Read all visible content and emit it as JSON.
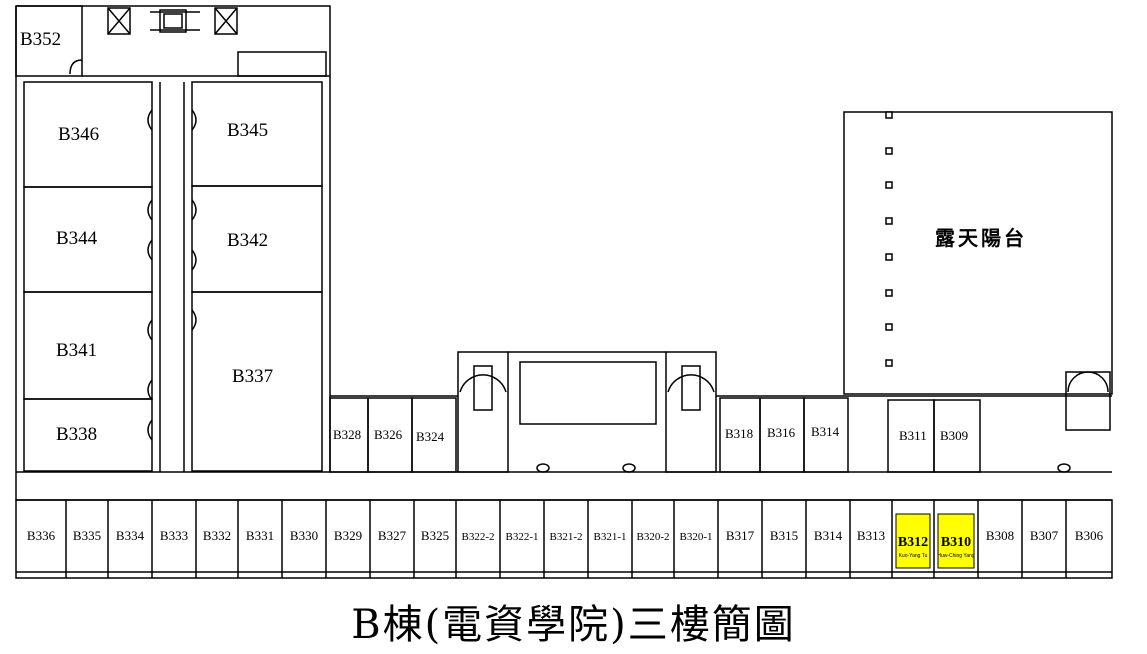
{
  "title": "B棟(電資學院)三樓簡圖",
  "terrace_label": "露天陽台",
  "highlight_color": "#ffff00",
  "rooms": {
    "B352": "B352",
    "B346": "B346",
    "B345": "B345",
    "B344": "B344",
    "B342": "B342",
    "B341": "B341",
    "B337": "B337",
    "B338": "B338",
    "B328": "B328",
    "B326": "B326",
    "B324": "B324",
    "B318": "B318",
    "B316": "B316",
    "B314a": "B314",
    "B311": "B311",
    "B309": "B309"
  },
  "bottom_rooms": [
    {
      "id": "B336",
      "label": "B336"
    },
    {
      "id": "B335",
      "label": "B335"
    },
    {
      "id": "B334",
      "label": "B334"
    },
    {
      "id": "B333",
      "label": "B333"
    },
    {
      "id": "B332",
      "label": "B332"
    },
    {
      "id": "B331",
      "label": "B331"
    },
    {
      "id": "B330",
      "label": "B330"
    },
    {
      "id": "B329",
      "label": "B329"
    },
    {
      "id": "B327",
      "label": "B327"
    },
    {
      "id": "B325",
      "label": "B325"
    },
    {
      "id": "B322-2",
      "label": "B322-2"
    },
    {
      "id": "B322-1",
      "label": "B322-1"
    },
    {
      "id": "B321-2",
      "label": "B321-2"
    },
    {
      "id": "B321-1",
      "label": "B321-1"
    },
    {
      "id": "B320-2",
      "label": "B320-2"
    },
    {
      "id": "B320-1",
      "label": "B320-1"
    },
    {
      "id": "B317",
      "label": "B317"
    },
    {
      "id": "B315",
      "label": "B315"
    },
    {
      "id": "B314b",
      "label": "B314"
    },
    {
      "id": "B313",
      "label": "B313"
    },
    {
      "id": "B312",
      "label": "B312",
      "occupant": "Kuo-Yang Tu",
      "highlight": true
    },
    {
      "id": "B310",
      "label": "B310",
      "occupant": "Huw-Ching Yang",
      "highlight": true
    },
    {
      "id": "B308",
      "label": "B308"
    },
    {
      "id": "B307",
      "label": "B307"
    },
    {
      "id": "B306",
      "label": "B306"
    }
  ]
}
